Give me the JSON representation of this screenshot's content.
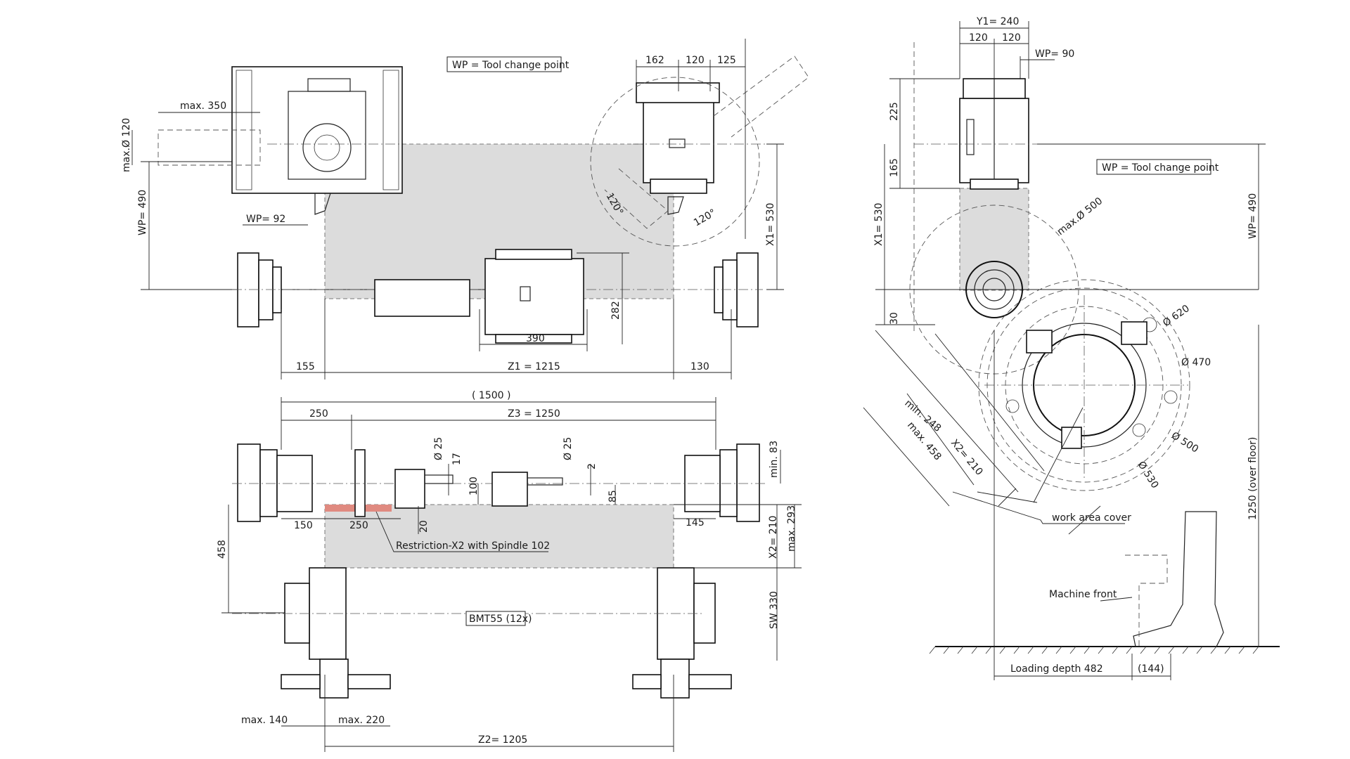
{
  "boxes": {
    "wp_top": "WP = Tool change point",
    "wp_right": "WP = Tool change point",
    "bmt": "BMT55 (12x)"
  },
  "top_view": {
    "max350": "max. 350",
    "max120": "max.Ø 120",
    "wp490": "WP= 490",
    "wp92": "WP= 92",
    "d162": "162",
    "d120": "120",
    "d125": "125",
    "a120_left": "120°",
    "a120_right": "120°",
    "x1_530": "X1= 530",
    "d282": "282",
    "d390": "390",
    "d155": "155",
    "z1": "Z1 = 1215",
    "d130": "130"
  },
  "front_view": {
    "d1500": "( 1500 )",
    "d250_top": "250",
    "z3": "Z3 = 1250",
    "o25_a": "Ø 25",
    "d17": "17",
    "d100": "100",
    "o25_b": "Ø 25",
    "d2": "2",
    "d85": "85",
    "min83": "min. 83",
    "d150": "150",
    "d250_bot": "250",
    "d20": "20",
    "restriction": "Restriction-X2 with Spindle 102",
    "d145": "145",
    "x2_210": "X2= 210",
    "max293": "max. 293",
    "d458": "458",
    "sw330": "SW 330",
    "max140": "max. 140",
    "max220": "max. 220",
    "z2": "Z2= 1205"
  },
  "side_view": {
    "y1_240": "Y1= 240",
    "d120_a": "120",
    "d120_b": "120",
    "wp90": "WP= 90",
    "d225": "225",
    "d165": "165",
    "x1_530": "X1= 530",
    "d30": "30",
    "max500": "max.Ø 500",
    "wp490": "WP= 490",
    "o620": "Ø 620",
    "o470": "Ø 470",
    "o500": "Ø 500",
    "o530": "Ø 530",
    "min248": "min. 248",
    "max458": "max. 458",
    "x2_210": "X2= 210",
    "d1250": "1250 (over floor)",
    "work_area_cover": "work area cover",
    "machine_front": "Machine front",
    "loading_depth": "Loading depth 482",
    "d144": "(144)"
  },
  "colors": {
    "line": "#222222",
    "work_area": "#dcdcdc",
    "restriction": "#e08a80"
  }
}
